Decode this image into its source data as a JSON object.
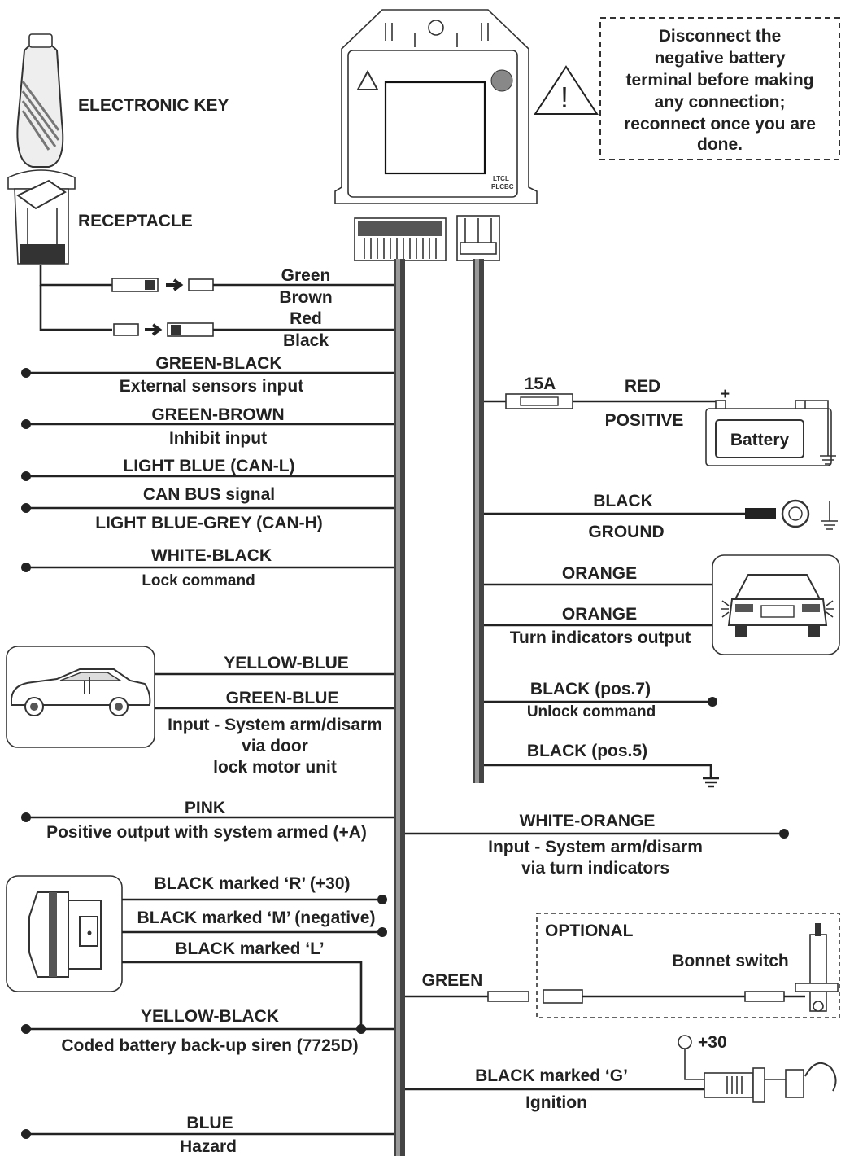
{
  "notice": {
    "line1": "Disconnect the",
    "line2": "negative battery",
    "line3": "terminal before making",
    "line4": "any connection;",
    "line5": "reconnect once you are",
    "line6": "done."
  },
  "components": {
    "electronic_key": "ELECTRONIC KEY",
    "receptacle": "RECEPTACLE",
    "battery": "Battery",
    "optional": "OPTIONAL",
    "bonnet_switch": "Bonnet switch",
    "plus30": "+30",
    "fuse": "15A"
  },
  "left_wires": {
    "green": "Green",
    "brown": "Brown",
    "red": "Red",
    "black": "Black",
    "green_black": "GREEN-BLACK",
    "external_sensors": "External sensors input",
    "green_brown": "GREEN-BROWN",
    "inhibit": "Inhibit input",
    "light_blue": "LIGHT BLUE (CAN-L)",
    "can_bus": "CAN BUS signal",
    "light_blue_grey": "LIGHT BLUE-GREY (CAN-H)",
    "white_black": "WHITE-BLACK",
    "lock_command": "Lock command",
    "yellow_blue": "YELLOW-BLUE",
    "green_blue": "GREEN-BLUE",
    "door_input_1": "Input - System arm/disarm",
    "door_input_2": "via door",
    "door_input_3": "lock motor unit",
    "pink": "PINK",
    "positive_output": "Positive output with system armed (+A)",
    "black_r": "BLACK marked ‘R’ (+30)",
    "black_m": "BLACK marked ‘M’ (negative)",
    "black_l": "BLACK marked ‘L’",
    "yellow_black": "YELLOW-BLACK",
    "siren": "Coded battery back-up siren (7725D)",
    "blue": "BLUE",
    "hazard": "Hazard"
  },
  "right_wires": {
    "red": "RED",
    "positive": "POSITIVE",
    "black": "BLACK",
    "ground": "GROUND",
    "orange1": "ORANGE",
    "orange2": "ORANGE",
    "turn_output": "Turn indicators output",
    "black_pos7": "BLACK (pos.7)",
    "unlock_command": "Unlock command",
    "black_pos5": "BLACK (pos.5)",
    "white_orange": "WHITE-ORANGE",
    "turn_input_1": "Input - System arm/disarm",
    "turn_input_2": "via turn indicators",
    "green": "GREEN",
    "black_g": "BLACK marked ‘G’",
    "ignition": "Ignition"
  }
}
